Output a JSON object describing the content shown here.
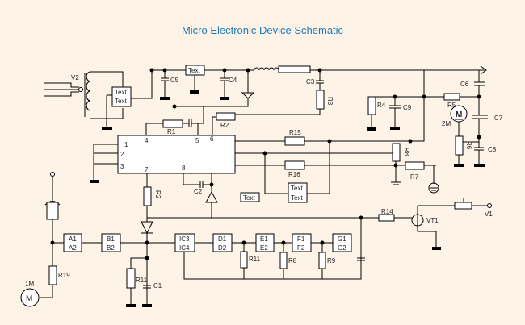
{
  "title": "Micro Electronic Device Schematic",
  "colors": {
    "background": "#fdf3e7",
    "title": "#1f7ab8",
    "wire": "#000000",
    "component_fill": "#ffffff"
  },
  "labels": {
    "V2": "V2",
    "C5": "C5",
    "C4": "C4",
    "C3": "C3",
    "R3": "R3",
    "R1": "R1",
    "R2": "R2",
    "R4": "R4",
    "C9": "C9",
    "R5": "R5",
    "C6": "C6",
    "C7": "C7",
    "C8": "C8",
    "R6": "R6",
    "M2": "2M",
    "motor2": "M",
    "R15": "R15",
    "R16": "R16",
    "R8": "R8",
    "R7": "R7",
    "C2": "C2",
    "R_ic7": "R2",
    "R14": "R14",
    "VT1": "VT1",
    "V1": "V1",
    "A1": "A1",
    "A2": "A2",
    "B1": "B1",
    "B2": "B2",
    "IC3": "IC3",
    "IC4": "IC4",
    "D1": "D1",
    "D2": "D2",
    "E1": "E1",
    "E2": "E2",
    "F1": "F1",
    "F2": "F2",
    "G1": "G1",
    "G2": "G2",
    "R11a": "R11",
    "R8b": "R8",
    "R9": "R9",
    "R11b": "R11",
    "C1": "C1",
    "R19": "R19",
    "M1": "1M",
    "motor1": "M"
  },
  "text_boxes": {
    "transformer_box": [
      "Text",
      "Text"
    ],
    "regulator_box": "Text",
    "standalone_box": "Text",
    "lower_box": [
      "Text",
      "Text"
    ]
  },
  "ic_pins": [
    "1",
    "2",
    "3",
    "4",
    "5",
    "6",
    "7",
    "8"
  ]
}
